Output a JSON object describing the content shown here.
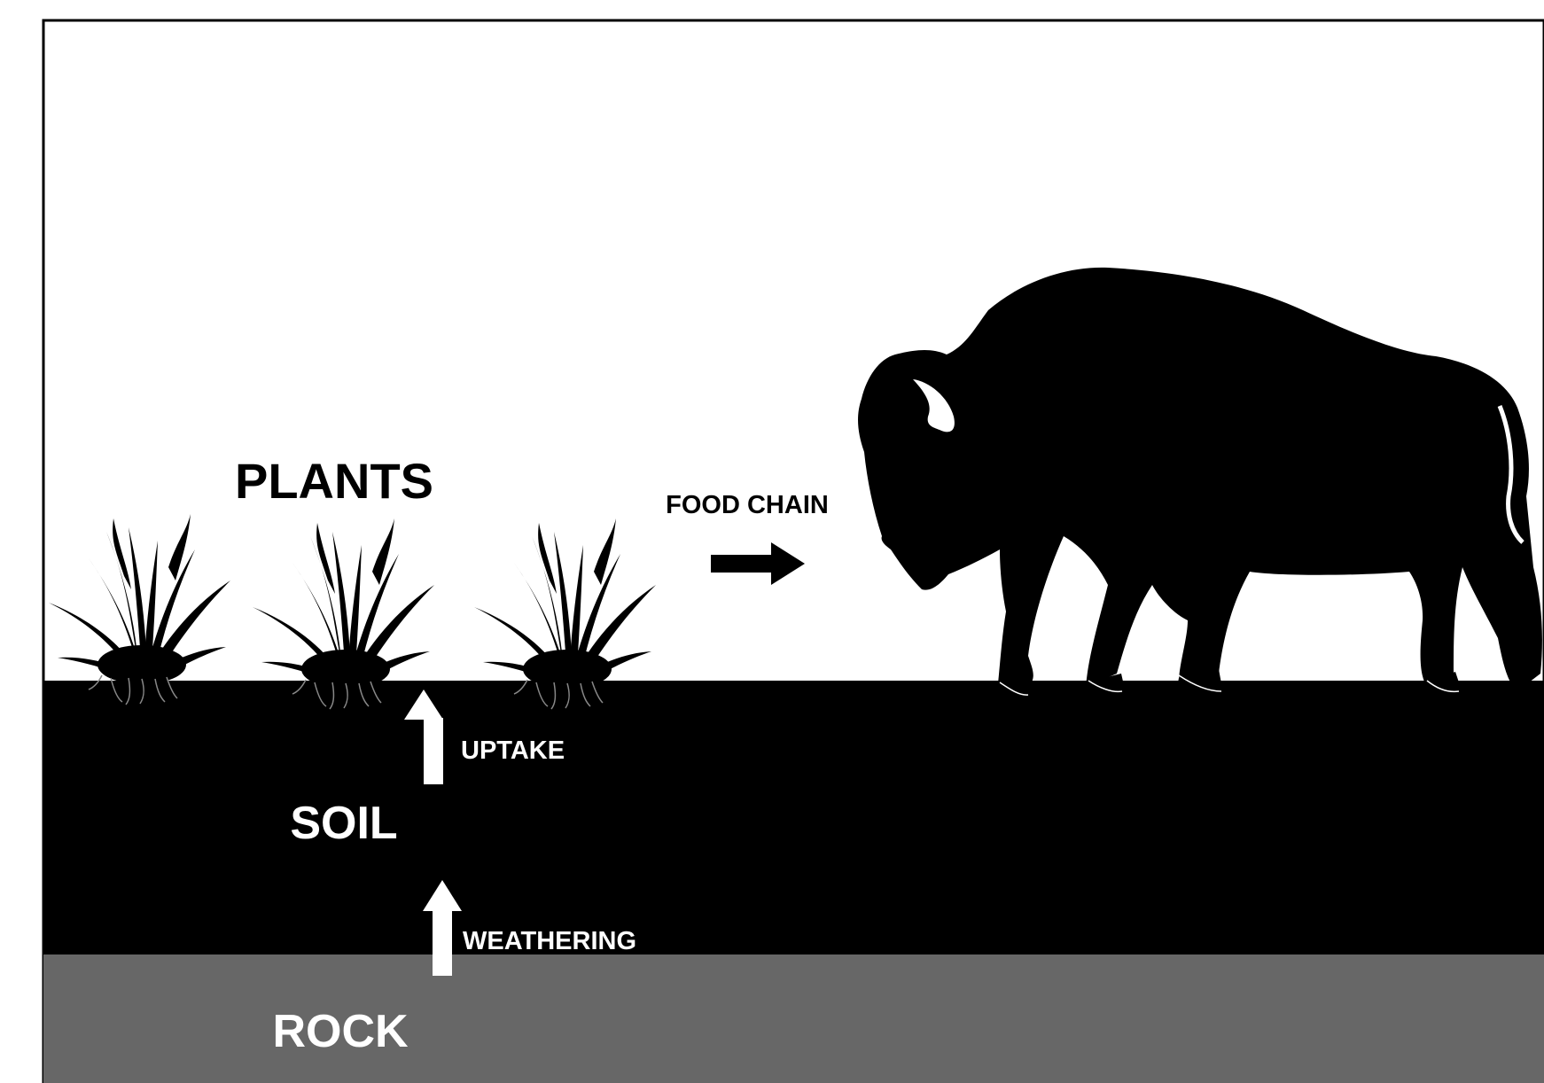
{
  "diagram": {
    "labels": {
      "plants": "PLANTS",
      "food_chain": "FOOD CHAIN",
      "uptake": "UPTAKE",
      "soil": "SOIL",
      "weathering": "WEATHERING",
      "rock": "ROCK"
    },
    "colors": {
      "sky": "#ffffff",
      "soil": "#000000",
      "rock": "#676767",
      "silhouette": "#000000",
      "text_on_light": "#000000",
      "text_on_dark": "#ffffff",
      "arrow_on_dark": "#ffffff",
      "arrow_on_light": "#000000"
    },
    "icons": {
      "plants": "grass-tuft-icon",
      "animal": "bison-icon",
      "food_chain_arrow": "arrow-right-icon",
      "uptake_arrow": "arrow-up-icon",
      "weathering_arrow": "arrow-up-icon"
    }
  }
}
